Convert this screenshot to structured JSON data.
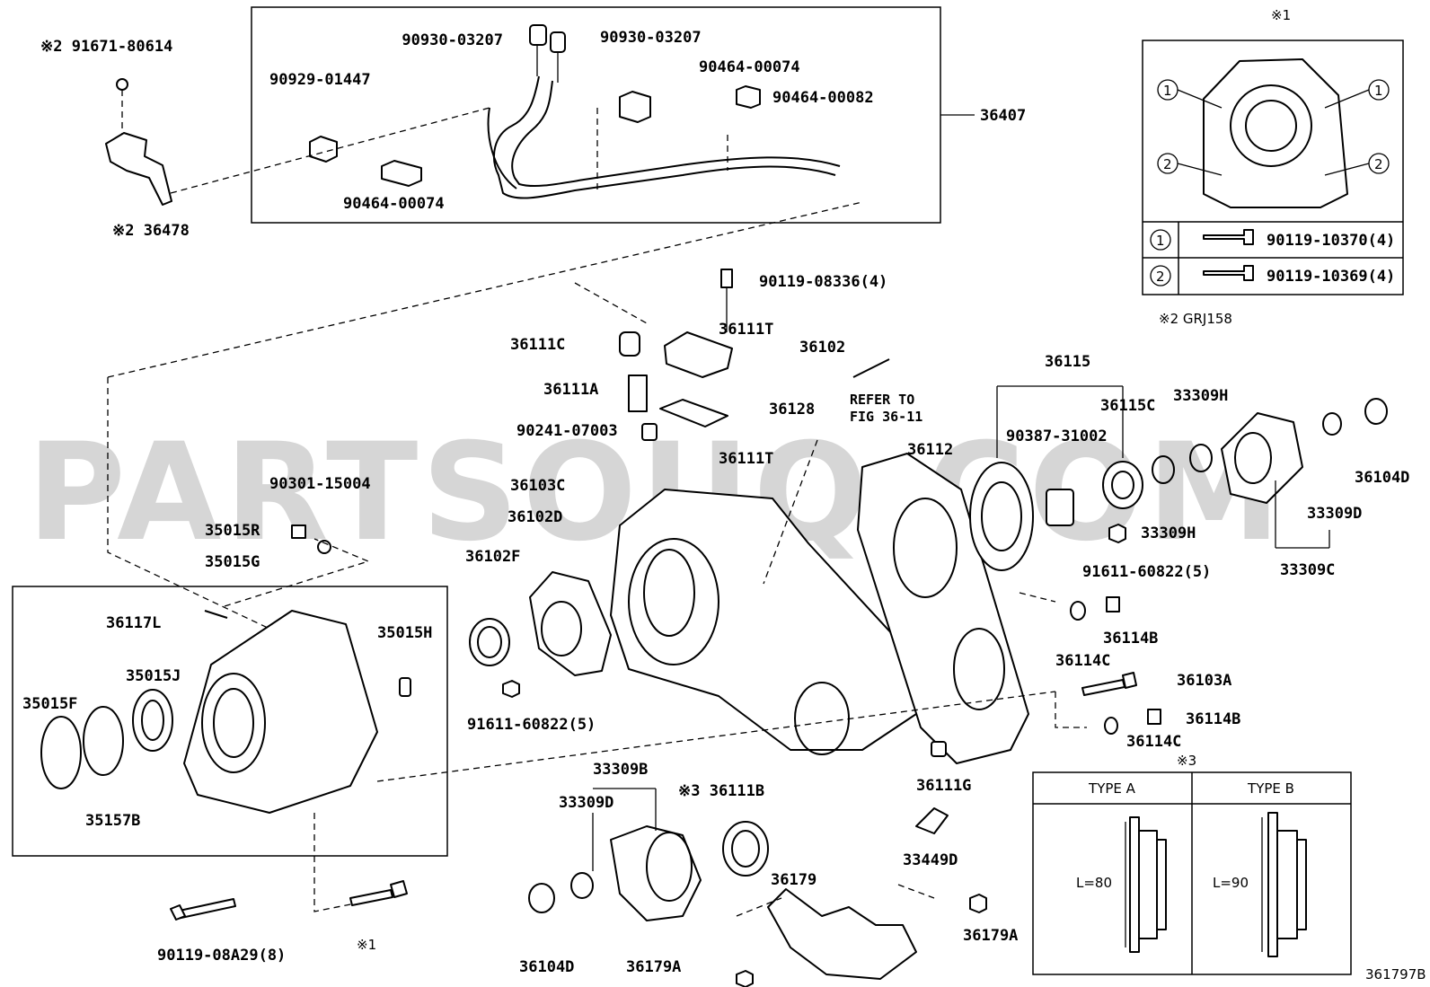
{
  "watermark": "PARTSOUQ.COM",
  "figure_code": "361797B",
  "notes": {
    "grj158": "※2 GRJ158",
    "note1_mark": "※1",
    "note1_ref": "※1",
    "note3_mark": "※3"
  },
  "callouts": {
    "p_91671_80614": "※2 91671-80614",
    "p_36478": "※2 36478",
    "p_90930_03207_a": "90930-03207",
    "p_90930_03207_b": "90930-03207",
    "p_90929_01447": "90929-01447",
    "p_90464_00074_a": "90464-00074",
    "p_90464_00082": "90464-00082",
    "p_90464_00074_b": "90464-00074",
    "p_36407": "36407",
    "p_90119_08336": "90119-08336(4)",
    "p_36111C": "36111C",
    "p_36111T_a": "36111T",
    "p_36102": "36102",
    "p_36111A": "36111A",
    "p_36128": "36128",
    "refer_line1": "REFER TO",
    "refer_line2": "FIG 36-11",
    "p_90241_07003": "90241-07003",
    "p_36111T_b": "36111T",
    "p_36112": "36112",
    "p_36103C": "36103C",
    "p_36102D": "36102D",
    "p_36102F": "36102F",
    "p_90301_15004": "90301-15004",
    "p_35015R": "35015R",
    "p_35015G": "35015G",
    "p_36117L": "36117L",
    "p_35015H": "35015H",
    "p_35015J": "35015J",
    "p_35015F": "35015F",
    "p_35157B": "35157B",
    "p_91611_60822_a": "91611-60822(5)",
    "p_36115": "36115",
    "p_36115C": "36115C",
    "p_33309H_a": "33309H",
    "p_90387_31002": "90387-31002",
    "p_33309H_b": "33309H",
    "p_36104D_a": "36104D",
    "p_33309D_a": "33309D",
    "p_33309C": "33309C",
    "p_91611_60822_b": "91611-60822(5)",
    "p_36114B_a": "36114B",
    "p_36114C_a": "36114C",
    "p_36103A": "36103A",
    "p_36114B_b": "36114B",
    "p_36114C_b": "36114C",
    "p_36111G": "36111G",
    "p_33309B": "33309B",
    "p_33309D_b": "33309D",
    "p_36111B": "※3 36111B",
    "p_33449D": "33449D",
    "p_36179": "36179",
    "p_36179A_a": "36179A",
    "p_36179A_b": "36179A",
    "p_36104D_b": "36104D",
    "p_90119_08A29": "90119-08A29(8)"
  },
  "inset_bolts": {
    "mark1": "1",
    "mark2": "2",
    "row1_part": "90119-10370(4)",
    "row2_part": "90119-10369(4)"
  },
  "inset_types": {
    "type_a": "TYPE A",
    "type_b": "TYPE B",
    "len_a": "L=80",
    "len_b": "L=90"
  }
}
